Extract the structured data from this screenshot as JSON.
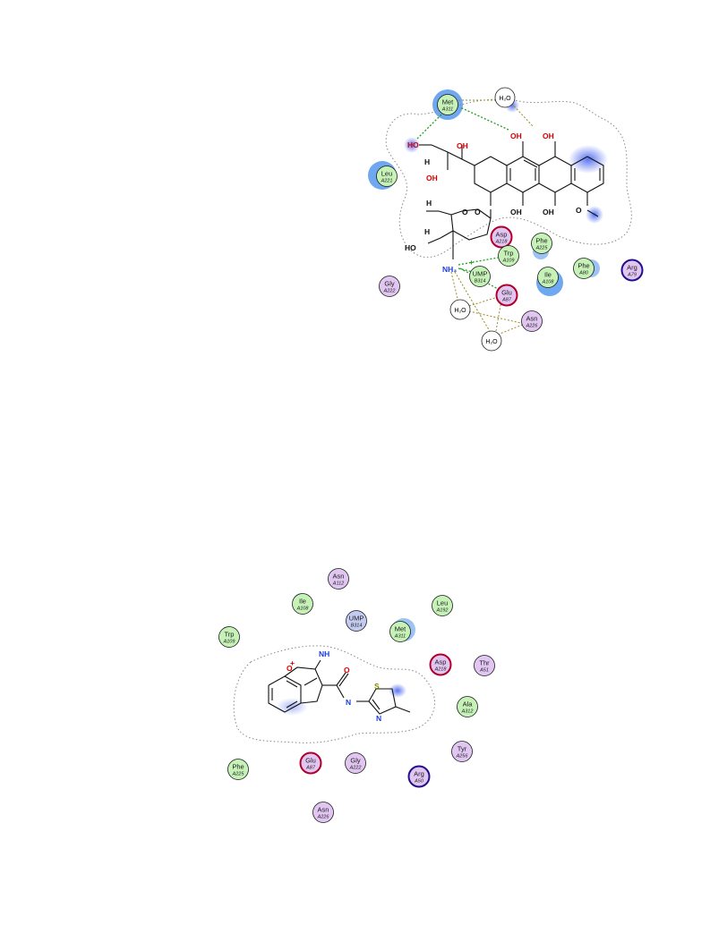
{
  "colors": {
    "hydrophobic": "#c6f2b8",
    "polar": "#e2c6f2",
    "negative_ring": "#b0002a",
    "positive_ring": "#20108a",
    "unusual": "#c3cbf0",
    "water": "#ffffff",
    "hbond": "#1e9c1e",
    "solvent_glow": "#6fa8f0"
  },
  "diagram1": {
    "residues": [
      {
        "name": "Met",
        "num": "A311",
        "kind": "hydrophobic"
      },
      {
        "name": "Leu",
        "num": "A221",
        "kind": "hydrophobic"
      },
      {
        "name": "Asp",
        "num": "A218",
        "kind": "negative"
      },
      {
        "name": "Phe",
        "num": "A225",
        "kind": "hydrophobic"
      },
      {
        "name": "Trp",
        "num": "A109",
        "kind": "hydrophobic"
      },
      {
        "name": "UMP",
        "num": "B314",
        "kind": "hydrophobic"
      },
      {
        "name": "Ile",
        "num": "A108",
        "kind": "hydrophobic"
      },
      {
        "name": "Phe",
        "num": "A80",
        "kind": "hydrophobic"
      },
      {
        "name": "Arg",
        "num": "A79",
        "kind": "positive"
      },
      {
        "name": "Gly",
        "num": "A222",
        "kind": "polar"
      },
      {
        "name": "Glu",
        "num": "A87",
        "kind": "negative"
      },
      {
        "name": "Asn",
        "num": "A226",
        "kind": "polar"
      }
    ],
    "waters": [
      "H₂O",
      "H₂O",
      "H₂O"
    ],
    "atoms": [
      "HO",
      "OH",
      "OH",
      "OH",
      "OH",
      "OH",
      "OH",
      "O",
      "O",
      "O",
      "HO",
      "H",
      "H",
      "H",
      "NH₃"
    ],
    "charge": "+"
  },
  "diagram2": {
    "residues": [
      {
        "name": "Asn",
        "num": "A112",
        "kind": "polar"
      },
      {
        "name": "Ile",
        "num": "A108",
        "kind": "hydrophobic"
      },
      {
        "name": "UMP",
        "num": "B314",
        "kind": "unusual"
      },
      {
        "name": "Leu",
        "num": "A192",
        "kind": "hydrophobic"
      },
      {
        "name": "Met",
        "num": "A311",
        "kind": "hydrophobic"
      },
      {
        "name": "Trp",
        "num": "A109",
        "kind": "hydrophobic"
      },
      {
        "name": "Asp",
        "num": "A218",
        "kind": "negative"
      },
      {
        "name": "Thr",
        "num": "A51",
        "kind": "polar"
      },
      {
        "name": "Ala",
        "num": "A312",
        "kind": "hydrophobic"
      },
      {
        "name": "Tyr",
        "num": "A256",
        "kind": "polar"
      },
      {
        "name": "Phe",
        "num": "A225",
        "kind": "hydrophobic"
      },
      {
        "name": "Glu",
        "num": "A87",
        "kind": "negative"
      },
      {
        "name": "Gly",
        "num": "A222",
        "kind": "polar"
      },
      {
        "name": "Arg",
        "num": "A50",
        "kind": "positive"
      },
      {
        "name": "Asn",
        "num": "A226",
        "kind": "polar"
      }
    ],
    "atoms": [
      "NH",
      "O",
      "O",
      "N",
      "S",
      "N"
    ],
    "charge": "+"
  }
}
